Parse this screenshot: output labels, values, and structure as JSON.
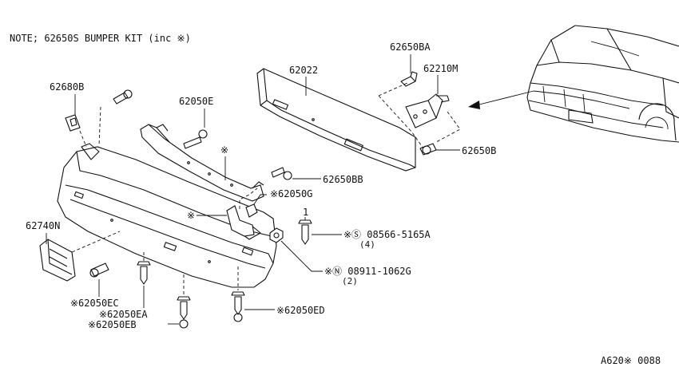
{
  "note": "NOTE; 62650S BUMPER KIT (inc ※)",
  "figure_id": "A620※ 0088",
  "labels": {
    "p62650BA": "62650BA",
    "p62210M": "62210M",
    "p62022": "62022",
    "p62680B": "62680B",
    "p62050E": "62050E",
    "p62650B": "62650B",
    "p62650BB": "62650BB",
    "p62050G": "※62050G",
    "mark1": "※",
    "mark2": "※",
    "num1": "1",
    "p62740N": "62740N",
    "s_text": "※Ⓢ 08566-5165A",
    "s_qty": "(4)",
    "n_text": "※Ⓝ 08911-1062G",
    "n_qty": "(2)",
    "p62050EC": "※62050EC",
    "p62050EA": "※62050EA",
    "p62050EB": "※62050EB",
    "p62050ED": "※62050ED"
  }
}
